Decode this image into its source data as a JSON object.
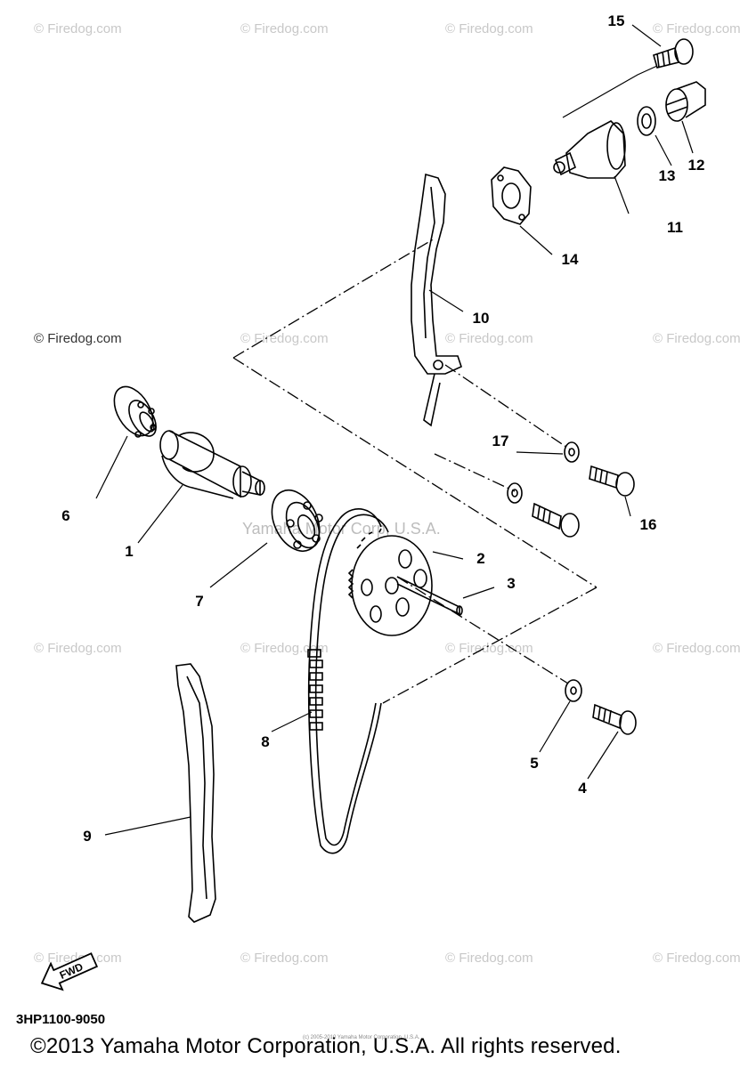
{
  "watermarks": [
    "© Firedog.com",
    "© Firedog.com",
    "© Firedog.com",
    "© Firedog.com",
    "© Firedog.com",
    "© Firedog.com",
    "© Firedog.com",
    "© Firedog.com",
    "© Firedog.com",
    "© Firedog.com",
    "© Firedog.com",
    "© Firedog.com",
    "© Firedog.com",
    "© Firedog.com",
    "© Firedog.com",
    "© Firedog.com"
  ],
  "center_watermark": "Yamaha Motor Corp, U.S.A.",
  "fine_print": "(c) 2005-2010 Yamaha Motor Corporation, U.S.A.",
  "callouts": [
    "1",
    "2",
    "3",
    "4",
    "5",
    "6",
    "7",
    "8",
    "9",
    "10",
    "11",
    "12",
    "13",
    "14",
    "15",
    "16",
    "17"
  ],
  "fwd_label": "FWD",
  "diagram_code": "3HP1100-9050",
  "copyright": "©2013 Yamaha Motor Corporation, U.S.A. All rights reserved."
}
